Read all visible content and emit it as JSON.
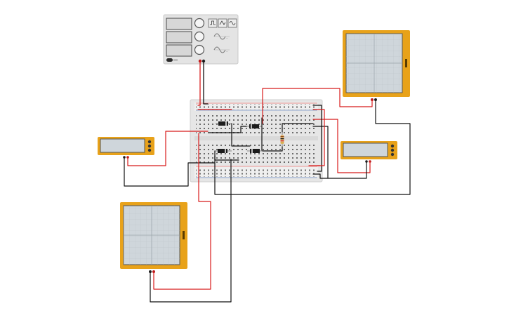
{
  "circuit": {
    "title": "",
    "function_generator": {
      "displays": [
        "",
        "",
        ""
      ],
      "waveforms": [
        "square",
        "triangle",
        "sine"
      ],
      "power_icon": "power-switch-icon"
    },
    "oscilloscopes": [
      {
        "id": "oscilloscope-top-right",
        "brand": "",
        "label": ""
      },
      {
        "id": "oscilloscope-bottom-left",
        "brand": "",
        "label": ""
      }
    ],
    "multimeters": [
      {
        "id": "multimeter-left",
        "reading": ""
      },
      {
        "id": "multimeter-right",
        "reading": ""
      }
    ],
    "components": {
      "diodes": 4,
      "resistors": 1
    },
    "colors": {
      "instrument_orange": "#e8a21a",
      "wire_red": "#d81b1b",
      "wire_black": "#111111",
      "breadboard": "#e6e6e6",
      "screen": "#cfd6db"
    }
  }
}
